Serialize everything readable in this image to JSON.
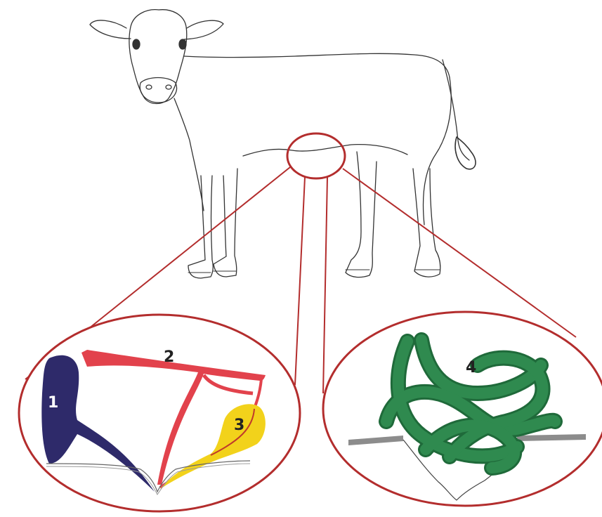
{
  "labels": {
    "l1": "1",
    "l2": "2",
    "l3": "3",
    "l4": "4"
  },
  "colors": {
    "outline": "#b32d2d",
    "vessel": "#e2424c",
    "urachus": "#2e2a6a",
    "yolk": "#f2d21b",
    "intestine": "#2f8a4f",
    "wall": "#8c8c8c"
  }
}
